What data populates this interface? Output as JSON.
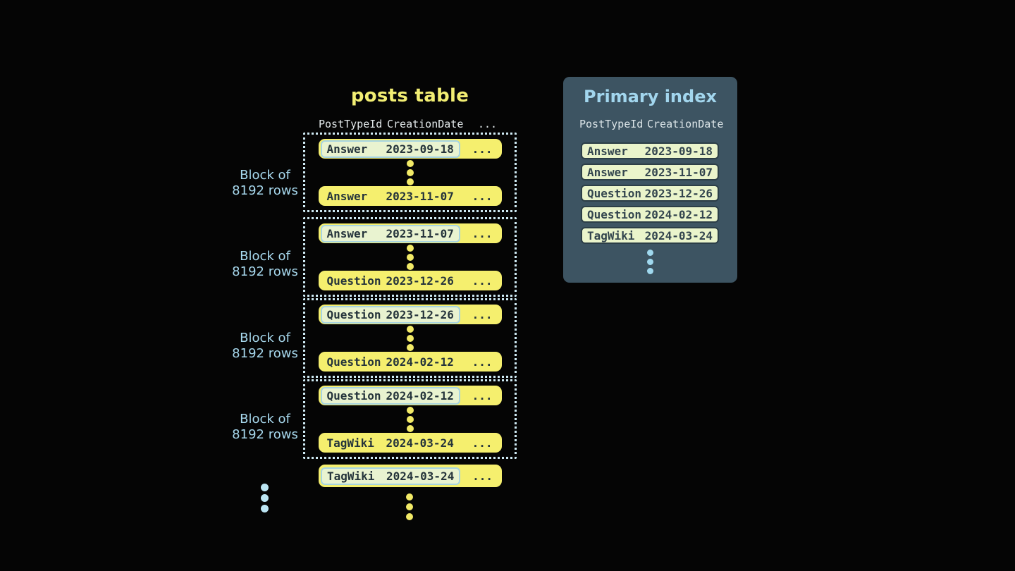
{
  "colors": {
    "background": "#050505",
    "row_yellow": "#f5ef6e",
    "title_yellow": "#f2ee73",
    "light_blue_text": "#a7d8ed",
    "dotted_border_blue": "#cfeaf4",
    "highlight_pill_green": "#e9f3d0",
    "highlight_pill_border": "#a6d4e2",
    "dark_text": "#25343b",
    "panel_background": "#3d5462",
    "index_entry_green": "#eaf4cb",
    "index_entry_border": "#2c3e47"
  },
  "posts_table": {
    "title": "posts table",
    "columns": [
      "PostTypeId",
      "CreationDate",
      "..."
    ],
    "ellipsis": "...",
    "block_label": {
      "line1": "Block of",
      "line2": "8192 rows"
    },
    "blocks": [
      {
        "first": {
          "type": "Answer",
          "date": "2023-09-18"
        },
        "last": {
          "type": "Answer",
          "date": "2023-11-07"
        }
      },
      {
        "first": {
          "type": "Answer",
          "date": "2023-11-07"
        },
        "last": {
          "type": "Question",
          "date": "2023-12-26"
        }
      },
      {
        "first": {
          "type": "Question",
          "date": "2023-12-26"
        },
        "last": {
          "type": "Question",
          "date": "2024-02-12"
        }
      },
      {
        "first": {
          "type": "Question",
          "date": "2024-02-12"
        },
        "last": {
          "type": "TagWiki",
          "date": "2024-03-24"
        }
      }
    ],
    "next_block_first": {
      "type": "TagWiki",
      "date": "2024-03-24"
    }
  },
  "primary_index": {
    "title": "Primary index",
    "columns": [
      "PostTypeId",
      "CreationDate"
    ],
    "entries": [
      {
        "type": "Answer",
        "date": "2023-09-18"
      },
      {
        "type": "Answer",
        "date": "2023-11-07"
      },
      {
        "type": "Question",
        "date": "2023-12-26"
      },
      {
        "type": "Question",
        "date": "2024-02-12"
      },
      {
        "type": "TagWiki",
        "date": "2024-03-24"
      }
    ]
  }
}
